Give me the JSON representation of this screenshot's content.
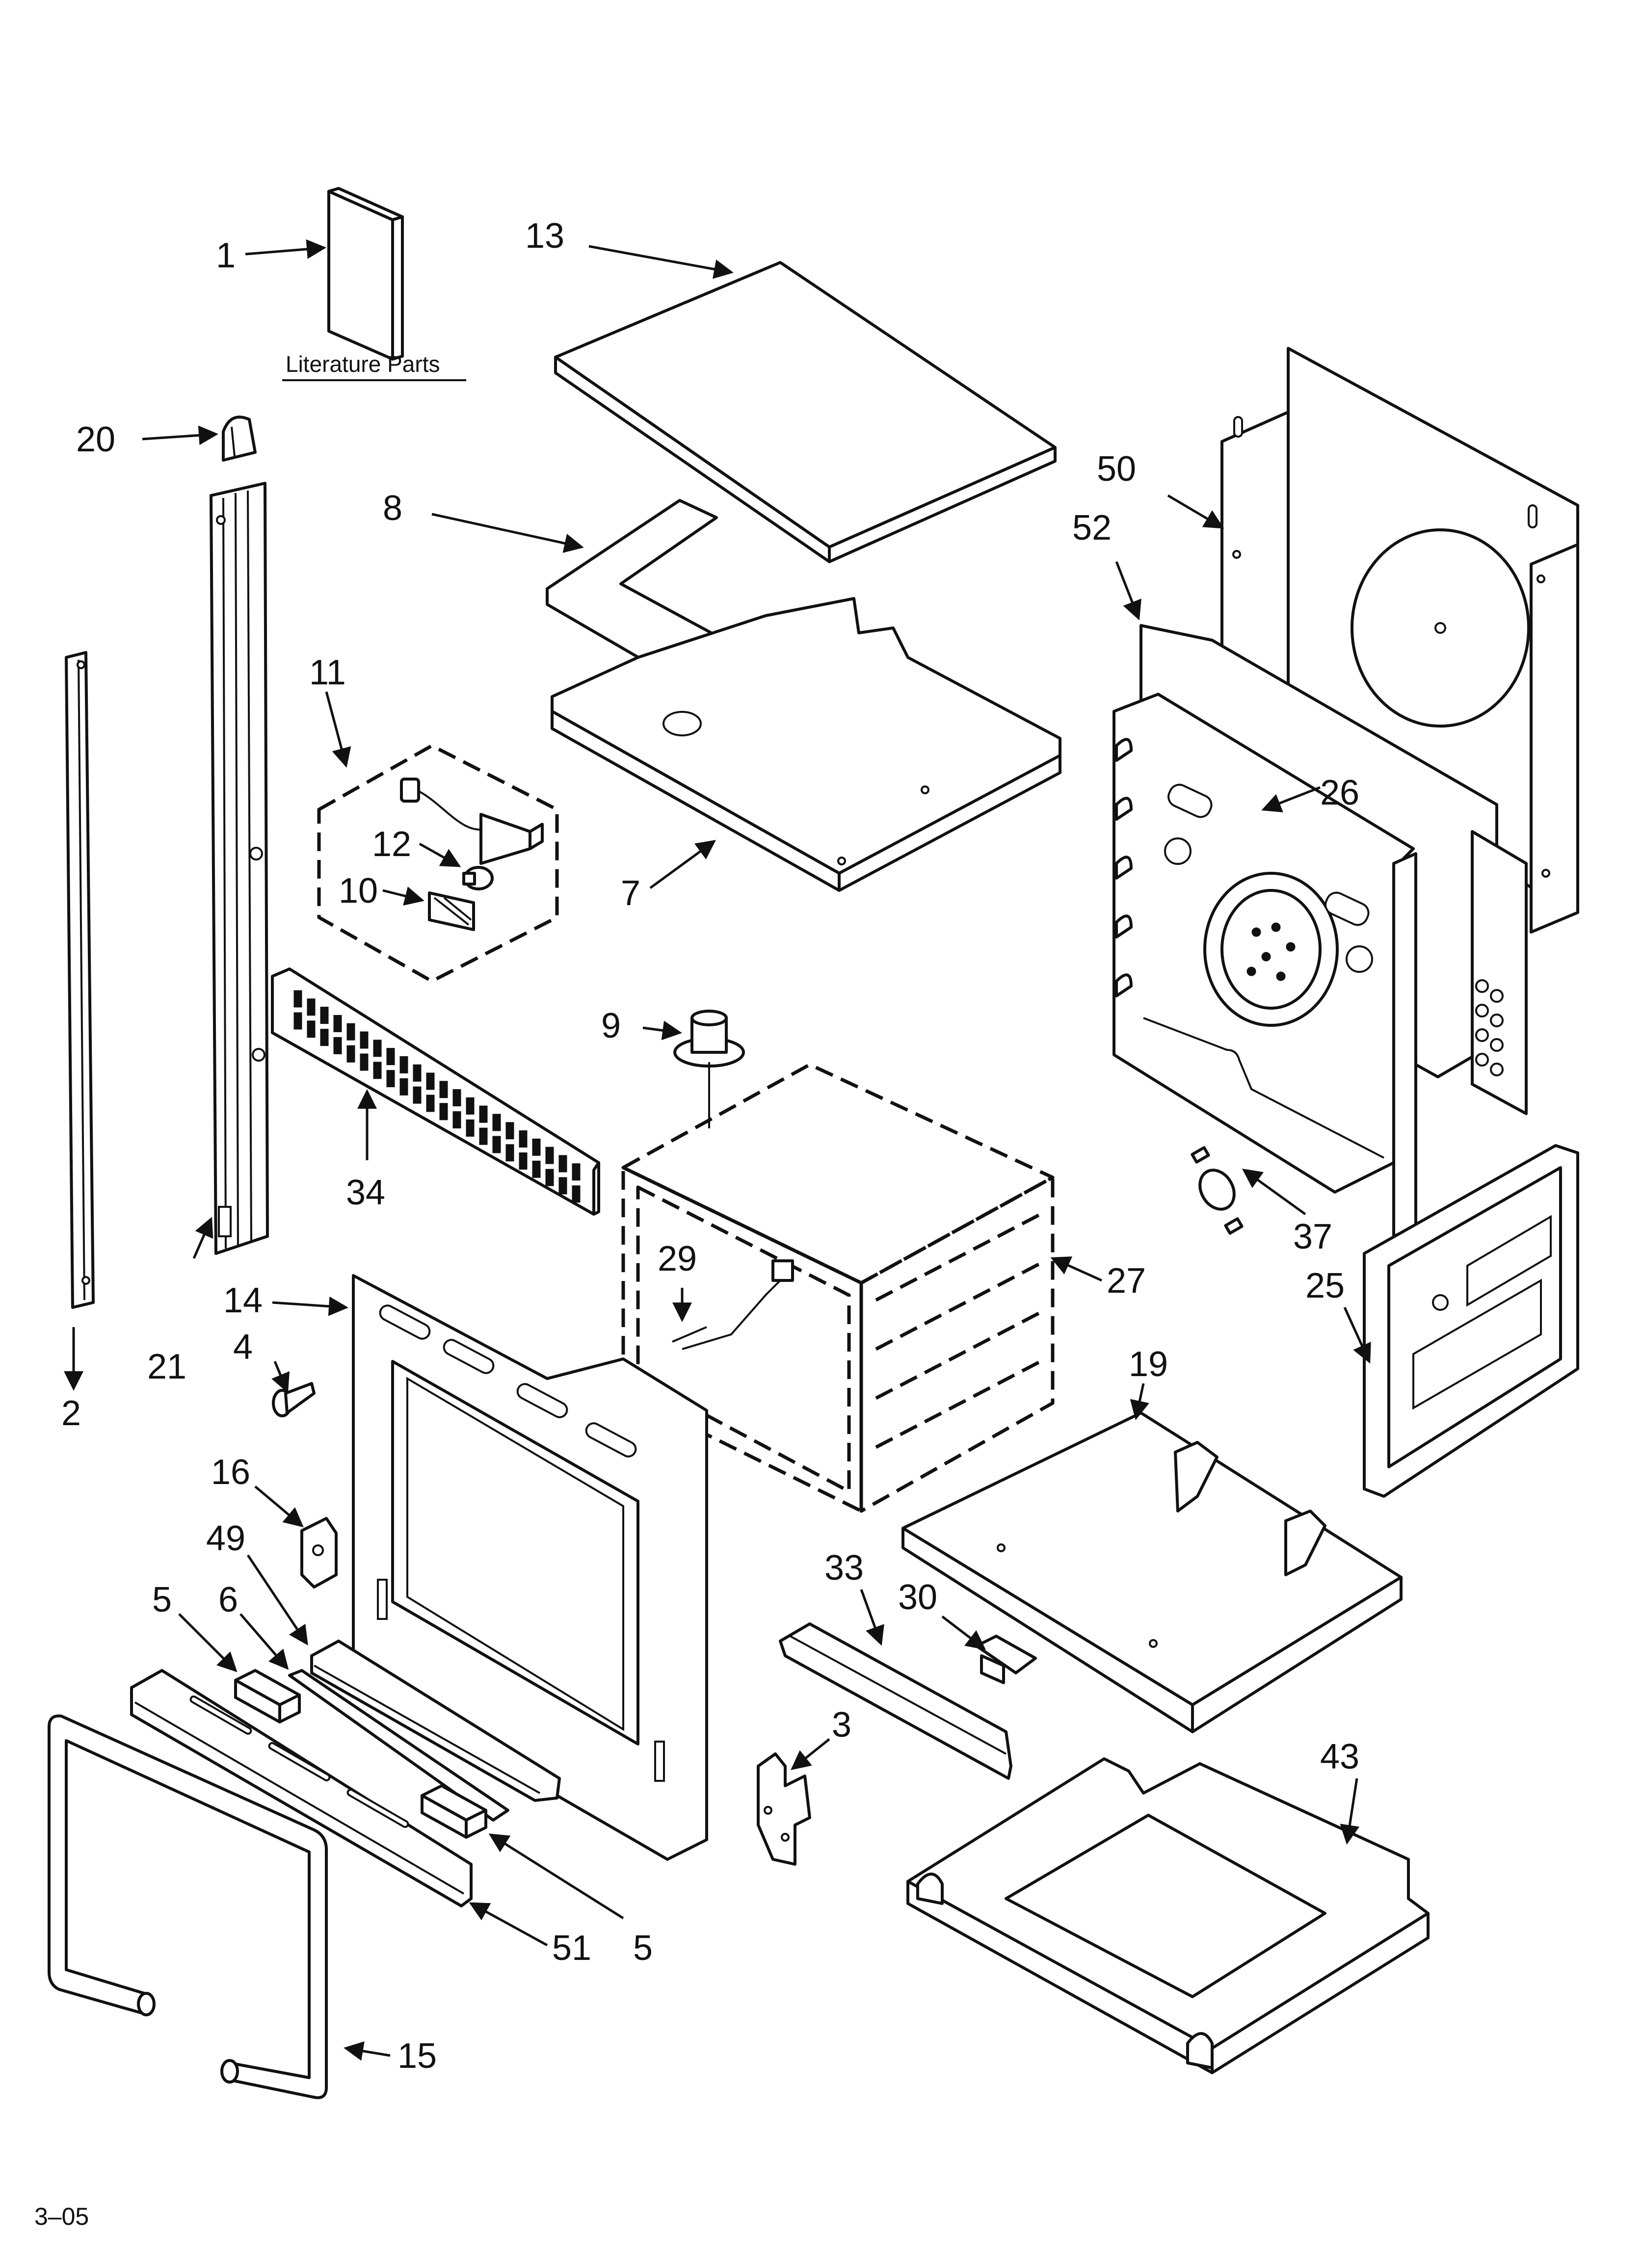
{
  "caption": "Literature Parts",
  "page_code": "3–05",
  "callouts": {
    "c1": "1",
    "c2": "2",
    "c3": "3",
    "c4": "4",
    "c5a": "5",
    "c5b": "5",
    "c6": "6",
    "c7": "7",
    "c8": "8",
    "c9": "9",
    "c10": "10",
    "c11": "11",
    "c12": "12",
    "c13": "13",
    "c14": "14",
    "c15": "15",
    "c16": "16",
    "c19": "19",
    "c20": "20",
    "c21": "21",
    "c25": "25",
    "c26": "26",
    "c27": "27",
    "c29": "29",
    "c30": "30",
    "c33": "33",
    "c34": "34",
    "c37": "37",
    "c43": "43",
    "c49": "49",
    "c50": "50",
    "c51": "51",
    "c52": "52"
  }
}
